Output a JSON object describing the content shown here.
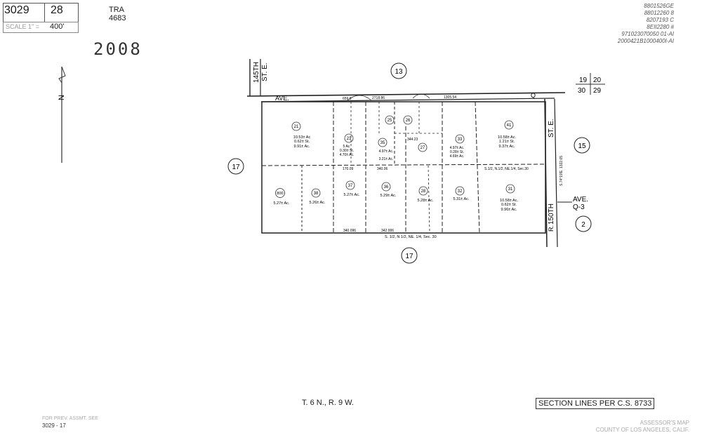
{
  "header": {
    "book": "3029",
    "page": "28",
    "scale_label": "SCALE 1\" =",
    "scale_value": "400'",
    "tra_label": "TRA",
    "tra_value": "4683",
    "stamp": "2008"
  },
  "doc_numbers": [
    "8801526GE",
    "88012260 8",
    "8207193 C",
    "8EII2280 #",
    "971023070050 01-AI",
    "2000421B1000400I-AI"
  ],
  "section_corner": {
    "tl": "19",
    "tr": "20",
    "bl": "30",
    "br": "29"
  },
  "north": {
    "label": "N"
  },
  "streets": {
    "st145_line1": "145TH",
    "st145_line2": "ST. E.",
    "ave_q_left": "AVE.",
    "ave_q_right": "Q",
    "st150_left": "150TH",
    "st150_right": "ST. E.",
    "st150_r": "R.",
    "ave_q3_line1": "AVE.",
    "ave_q3_line2": "Q-3"
  },
  "adjacent_pages": [
    {
      "label": "13"
    },
    {
      "label": "17"
    },
    {
      "label": "15"
    },
    {
      "label": "2"
    },
    {
      "label": "17"
    }
  ],
  "parcels": [
    {
      "num": "21",
      "area1": "10.53± Ac",
      "area2": "0.62± St.",
      "area3": "9.91± Ac."
    },
    {
      "num": "23",
      "area1": "5 Ac.",
      "area2": "0.30± St.",
      "area3": "4.70± Ac."
    },
    {
      "num": "25",
      "area1": "",
      "area2": "",
      "area3": ""
    },
    {
      "num": "26",
      "area1": "",
      "area2": "",
      "area3": ""
    },
    {
      "num": "27",
      "area1": "",
      "area2": "",
      "area3": ""
    },
    {
      "num": "33",
      "area1": "4.97± Ac.",
      "area2": "0.28± St.",
      "area3": "4.69± Ac."
    },
    {
      "num": "41",
      "area1": "10.58± Ac.",
      "area2": "1.21± St.",
      "area3": "9.37± Ac."
    },
    {
      "num": "35",
      "area1": "4.97± Ac.",
      "area2": "",
      "area3": "3.21± Ac."
    },
    {
      "num": "800",
      "area1": "5.27± Ac.",
      "area2": "",
      "area3": ""
    },
    {
      "num": "38",
      "area1": "5.26± Ac.",
      "area2": "",
      "area3": ""
    },
    {
      "num": "37",
      "area1": "5.27± Ac.",
      "area2": "",
      "area3": ""
    },
    {
      "num": "36",
      "area1": "5.29± Ac.",
      "area2": "",
      "area3": ""
    },
    {
      "num": "28",
      "area1": "5.28± Ac.",
      "area2": "",
      "area3": ""
    },
    {
      "num": "32",
      "area1": "5.31± Ac.",
      "area2": "",
      "area3": ""
    },
    {
      "num": "31",
      "area1": "10.58± Ac.",
      "area2": "0.62± St.",
      "area3": "9.96± Ac."
    }
  ],
  "dimensions": {
    "top_left": "659.9",
    "top_center": "2718.86",
    "top_right": "1305.54",
    "mid_left": "170.09",
    "mid_center": "340.06",
    "mid_right": "344.23",
    "bottom_left": "340.096",
    "bottom_center": "342.006",
    "east_side": "S.74°19'E. 1322.65"
  },
  "section_notes": {
    "mid": "S.1/2, N.1/2, NE.1/4, Sec.30",
    "bottom": "S. 1/2, N 1/2, NE. 1/4, Sec. 30"
  },
  "footer": {
    "township": "T. 6 N., R. 9 W.",
    "section_lines": "SECTION LINES PER C.S. 8733",
    "prev_label": "FOR PREV. ASSMT. SEE",
    "prev_value": "3029 - 17",
    "assessor_line1": "ASSESSOR'S MAP",
    "assessor_line2": "COUNTY OF LOS ANGELES, CALIF."
  }
}
